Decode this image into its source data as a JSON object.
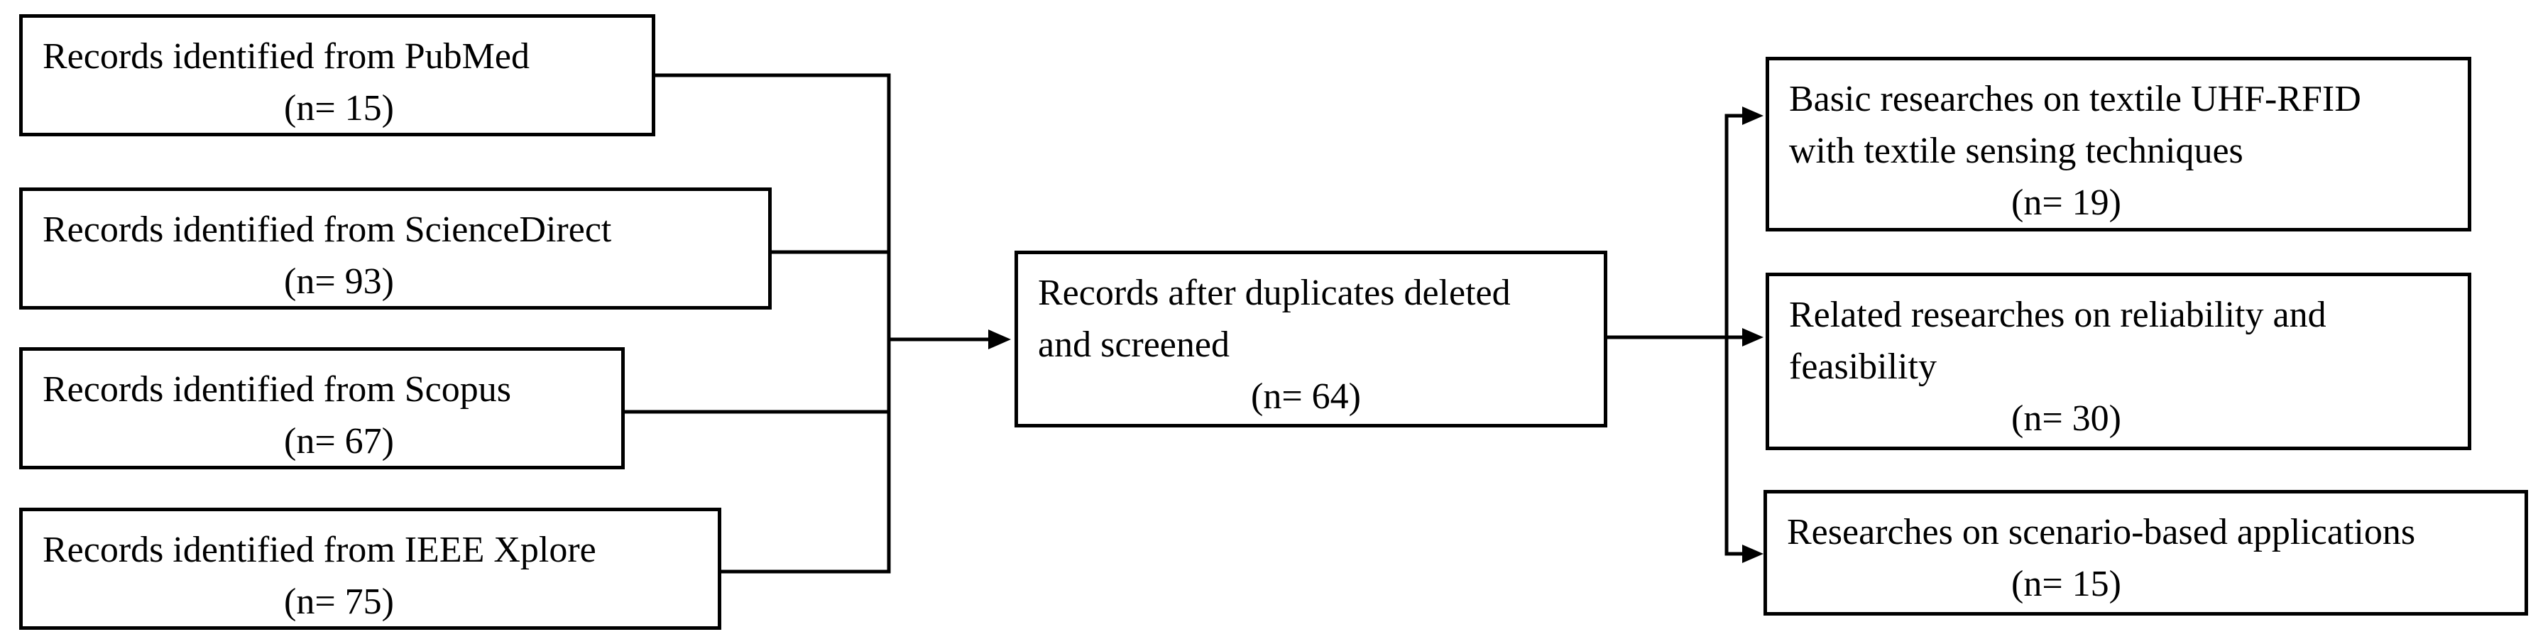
{
  "sources": [
    {
      "label": "Records identified from PubMed",
      "count": "(n= 15)"
    },
    {
      "label": "Records identified from ScienceDirect",
      "count": "(n= 93)"
    },
    {
      "label": "Records identified from Scopus",
      "count": "(n= 67)"
    },
    {
      "label": "Records identified from IEEE Xplore",
      "count": "(n= 75)"
    }
  ],
  "merged": {
    "line1": "Records after duplicates deleted",
    "line2": "and screened",
    "count": "(n= 64)"
  },
  "categories": [
    {
      "line1": "Basic researches on textile UHF-RFID",
      "line2": "with textile sensing techniques",
      "count": "(n= 19)"
    },
    {
      "line1": "Related researches on reliability and",
      "line2": "feasibility",
      "count": "(n= 30)"
    },
    {
      "line1": "Researches on scenario-based applications",
      "count": "(n= 15)"
    }
  ]
}
